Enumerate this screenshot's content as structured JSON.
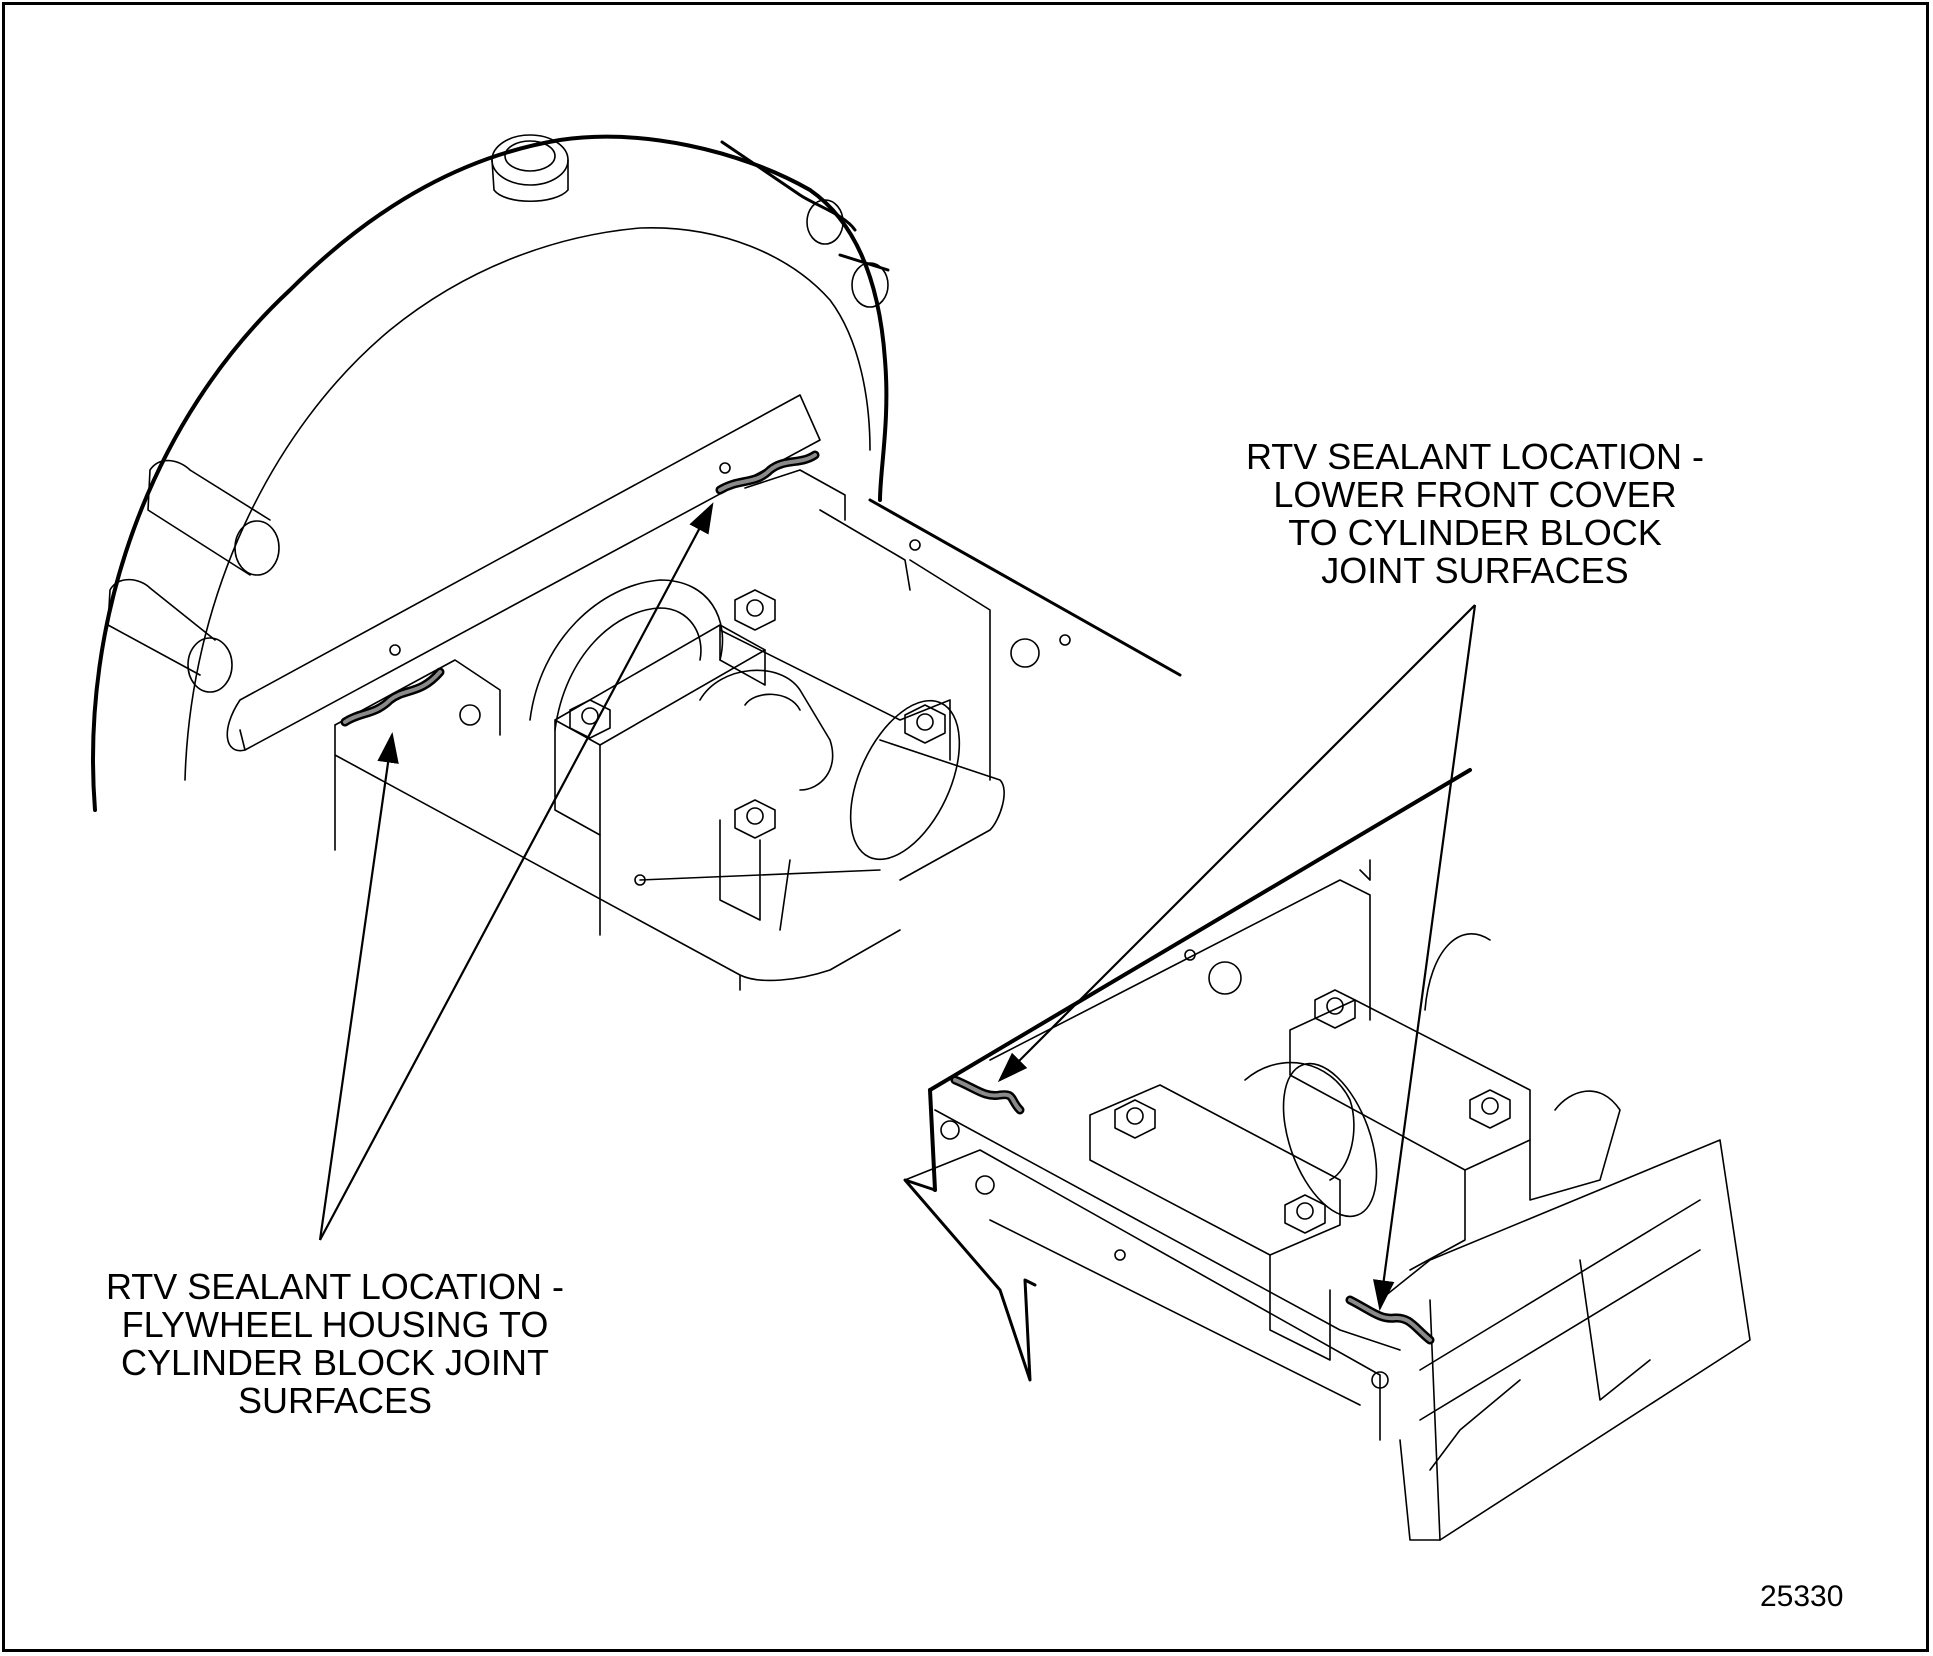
{
  "callouts": {
    "lower_front_cover": {
      "line1": "RTV SEALANT LOCATION -",
      "line2": "LOWER FRONT COVER",
      "line3": "TO CYLINDER BLOCK",
      "line4": "JOINT SURFACES"
    },
    "flywheel_housing": {
      "line1": "RTV SEALANT LOCATION -",
      "line2": "FLYWHEEL HOUSING TO",
      "line3": "CYLINDER BLOCK JOINT",
      "line4": "SURFACES"
    }
  },
  "figure_number": "25330",
  "colors": {
    "line": "#000000",
    "sealant_bead": "#8a8a8a",
    "background": "#ffffff"
  }
}
